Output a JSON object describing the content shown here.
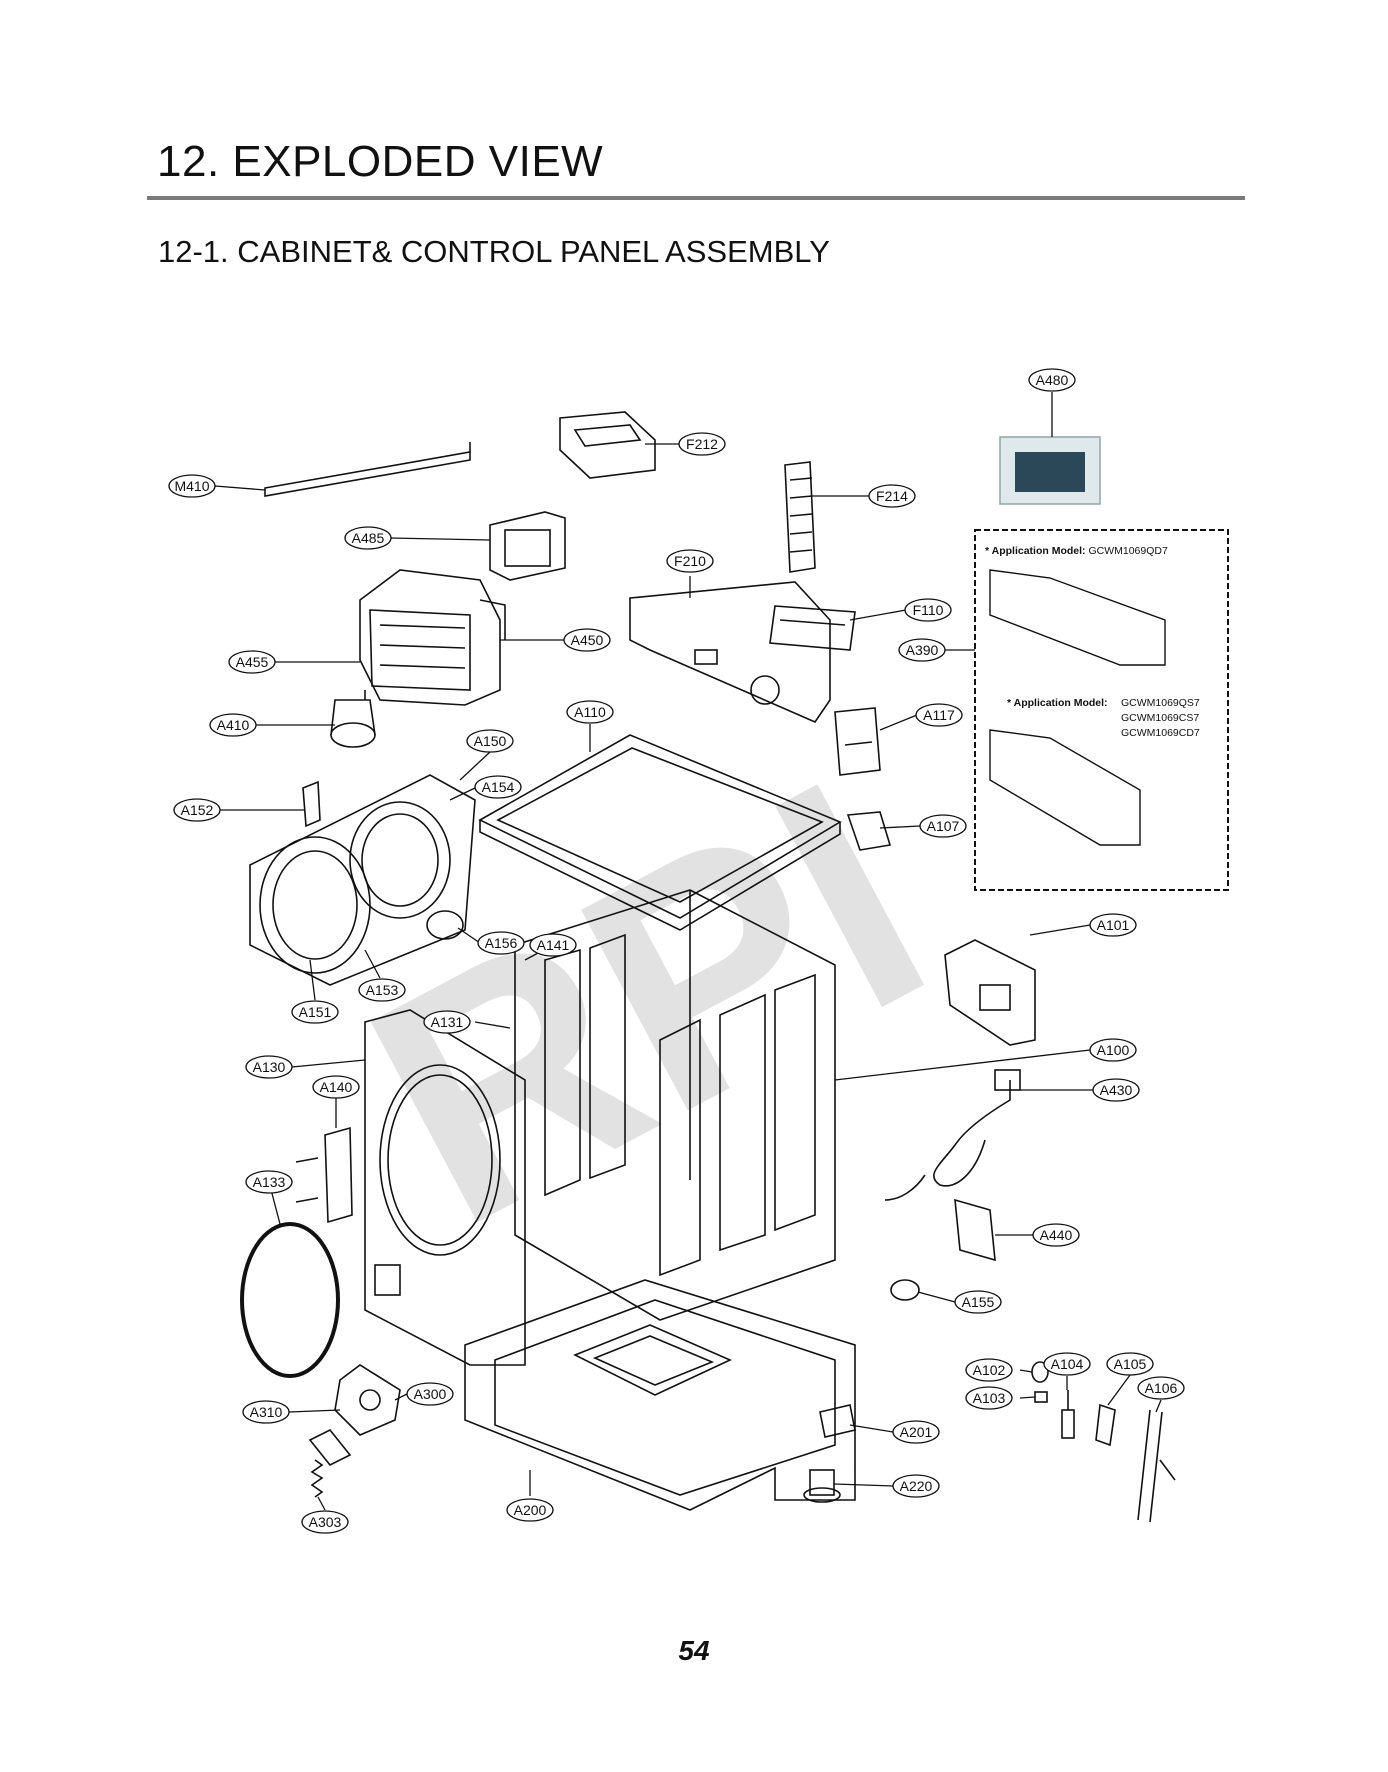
{
  "header": {
    "title": "12. EXPLODED VIEW",
    "subtitle": "12-1. CABINET& CONTROL PANEL ASSEMBLY"
  },
  "footer": {
    "page_number": "54"
  },
  "watermark": {
    "text": "RPI"
  },
  "note_box": {
    "line1_prefix": "* Application Model:",
    "line1_model": "GCWM1069QD7",
    "line2_prefix": "* Application Model:",
    "line2_models": [
      "GCWM1069QS7",
      "GCWM1069CS7",
      "GCWM1069CD7"
    ]
  },
  "callouts": {
    "A480": "A480",
    "F212": "F212",
    "M410": "M410",
    "F214": "F214",
    "A485": "A485",
    "F210": "F210",
    "F110": "F110",
    "A450": "A450",
    "A455": "A455",
    "A390": "A390",
    "A410": "A410",
    "A110": "A110",
    "A117": "A117",
    "A150": "A150",
    "A154": "A154",
    "A152": "A152",
    "A107": "A107",
    "A156": "A156",
    "A141": "A141",
    "A101": "A101",
    "A151": "A151",
    "A153": "A153",
    "A131": "A131",
    "A100": "A100",
    "A130": "A130",
    "A140": "A140",
    "A430": "A430",
    "A133": "A133",
    "A440": "A440",
    "A155": "A155",
    "A102": "A102",
    "A104": "A104",
    "A105": "A105",
    "A103": "A103",
    "A106": "A106",
    "A300": "A300",
    "A310": "A310",
    "A201": "A201",
    "A220": "A220",
    "A200": "A200",
    "A303": "A303"
  }
}
